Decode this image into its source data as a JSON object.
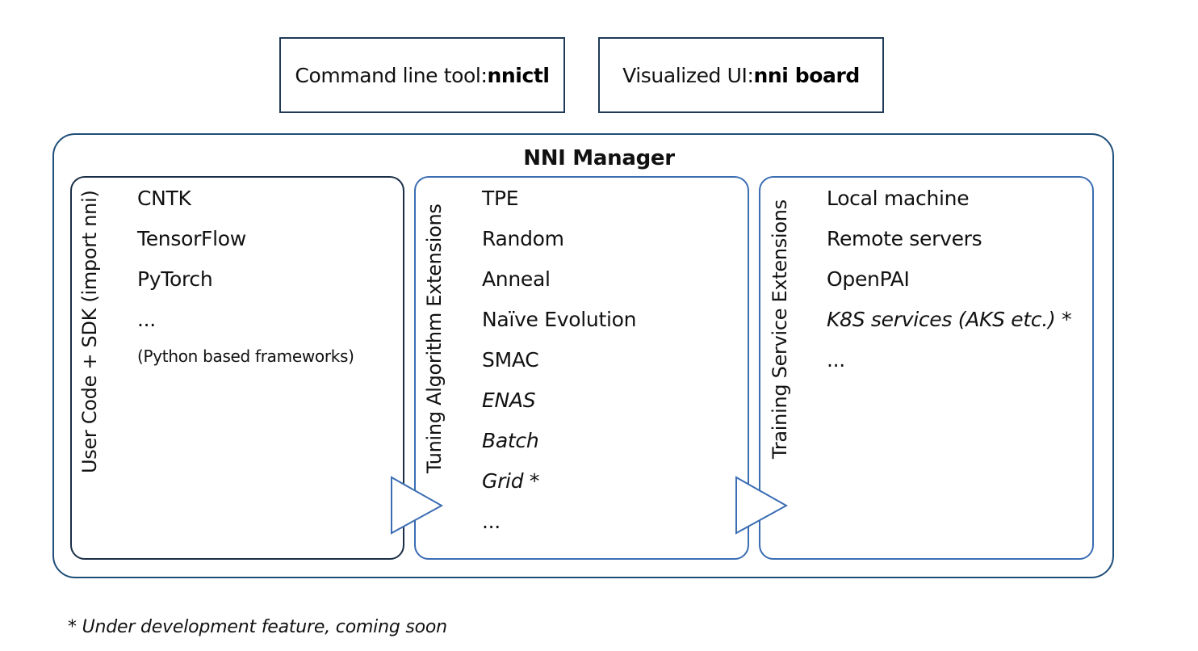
{
  "tools": {
    "cli": {
      "prefix": "Command line tool: ",
      "name": "nnictl"
    },
    "ui": {
      "prefix": "Visualized UI: ",
      "name": "nni board"
    }
  },
  "manager": {
    "title": "NNI Manager"
  },
  "panels": [
    {
      "label": "User Code + SDK (import nni)",
      "items": [
        {
          "text": "CNTK",
          "italic": false
        },
        {
          "text": "TensorFlow",
          "italic": false
        },
        {
          "text": "PyTorch",
          "italic": false
        },
        {
          "text": "...",
          "italic": false
        },
        {
          "text": "(Python based frameworks)",
          "italic": false,
          "small": true
        }
      ]
    },
    {
      "label": "Tuning Algorithm Extensions",
      "items": [
        {
          "text": "TPE",
          "italic": false
        },
        {
          "text": "Random",
          "italic": false
        },
        {
          "text": "Anneal",
          "italic": false
        },
        {
          "text": "Naïve Evolution",
          "italic": false
        },
        {
          "text": "SMAC",
          "italic": false
        },
        {
          "text": "ENAS",
          "italic": true
        },
        {
          "text": "Batch",
          "italic": true
        },
        {
          "text": "Grid *",
          "italic": true
        },
        {
          "text": "...",
          "italic": false
        }
      ]
    },
    {
      "label": "Training Service Extensions",
      "items": [
        {
          "text": "Local machine",
          "italic": false
        },
        {
          "text": "Remote servers",
          "italic": false
        },
        {
          "text": "OpenPAI",
          "italic": false
        },
        {
          "text": "K8S services (AKS etc.) *",
          "italic": true
        },
        {
          "text": "...",
          "italic": false
        }
      ]
    }
  ],
  "footnote": "* Under development feature, coming soon",
  "colors": {
    "dark_border": "#1f3a57",
    "blue_border": "#3b6db3",
    "arrow_fill": "#ffffff"
  }
}
